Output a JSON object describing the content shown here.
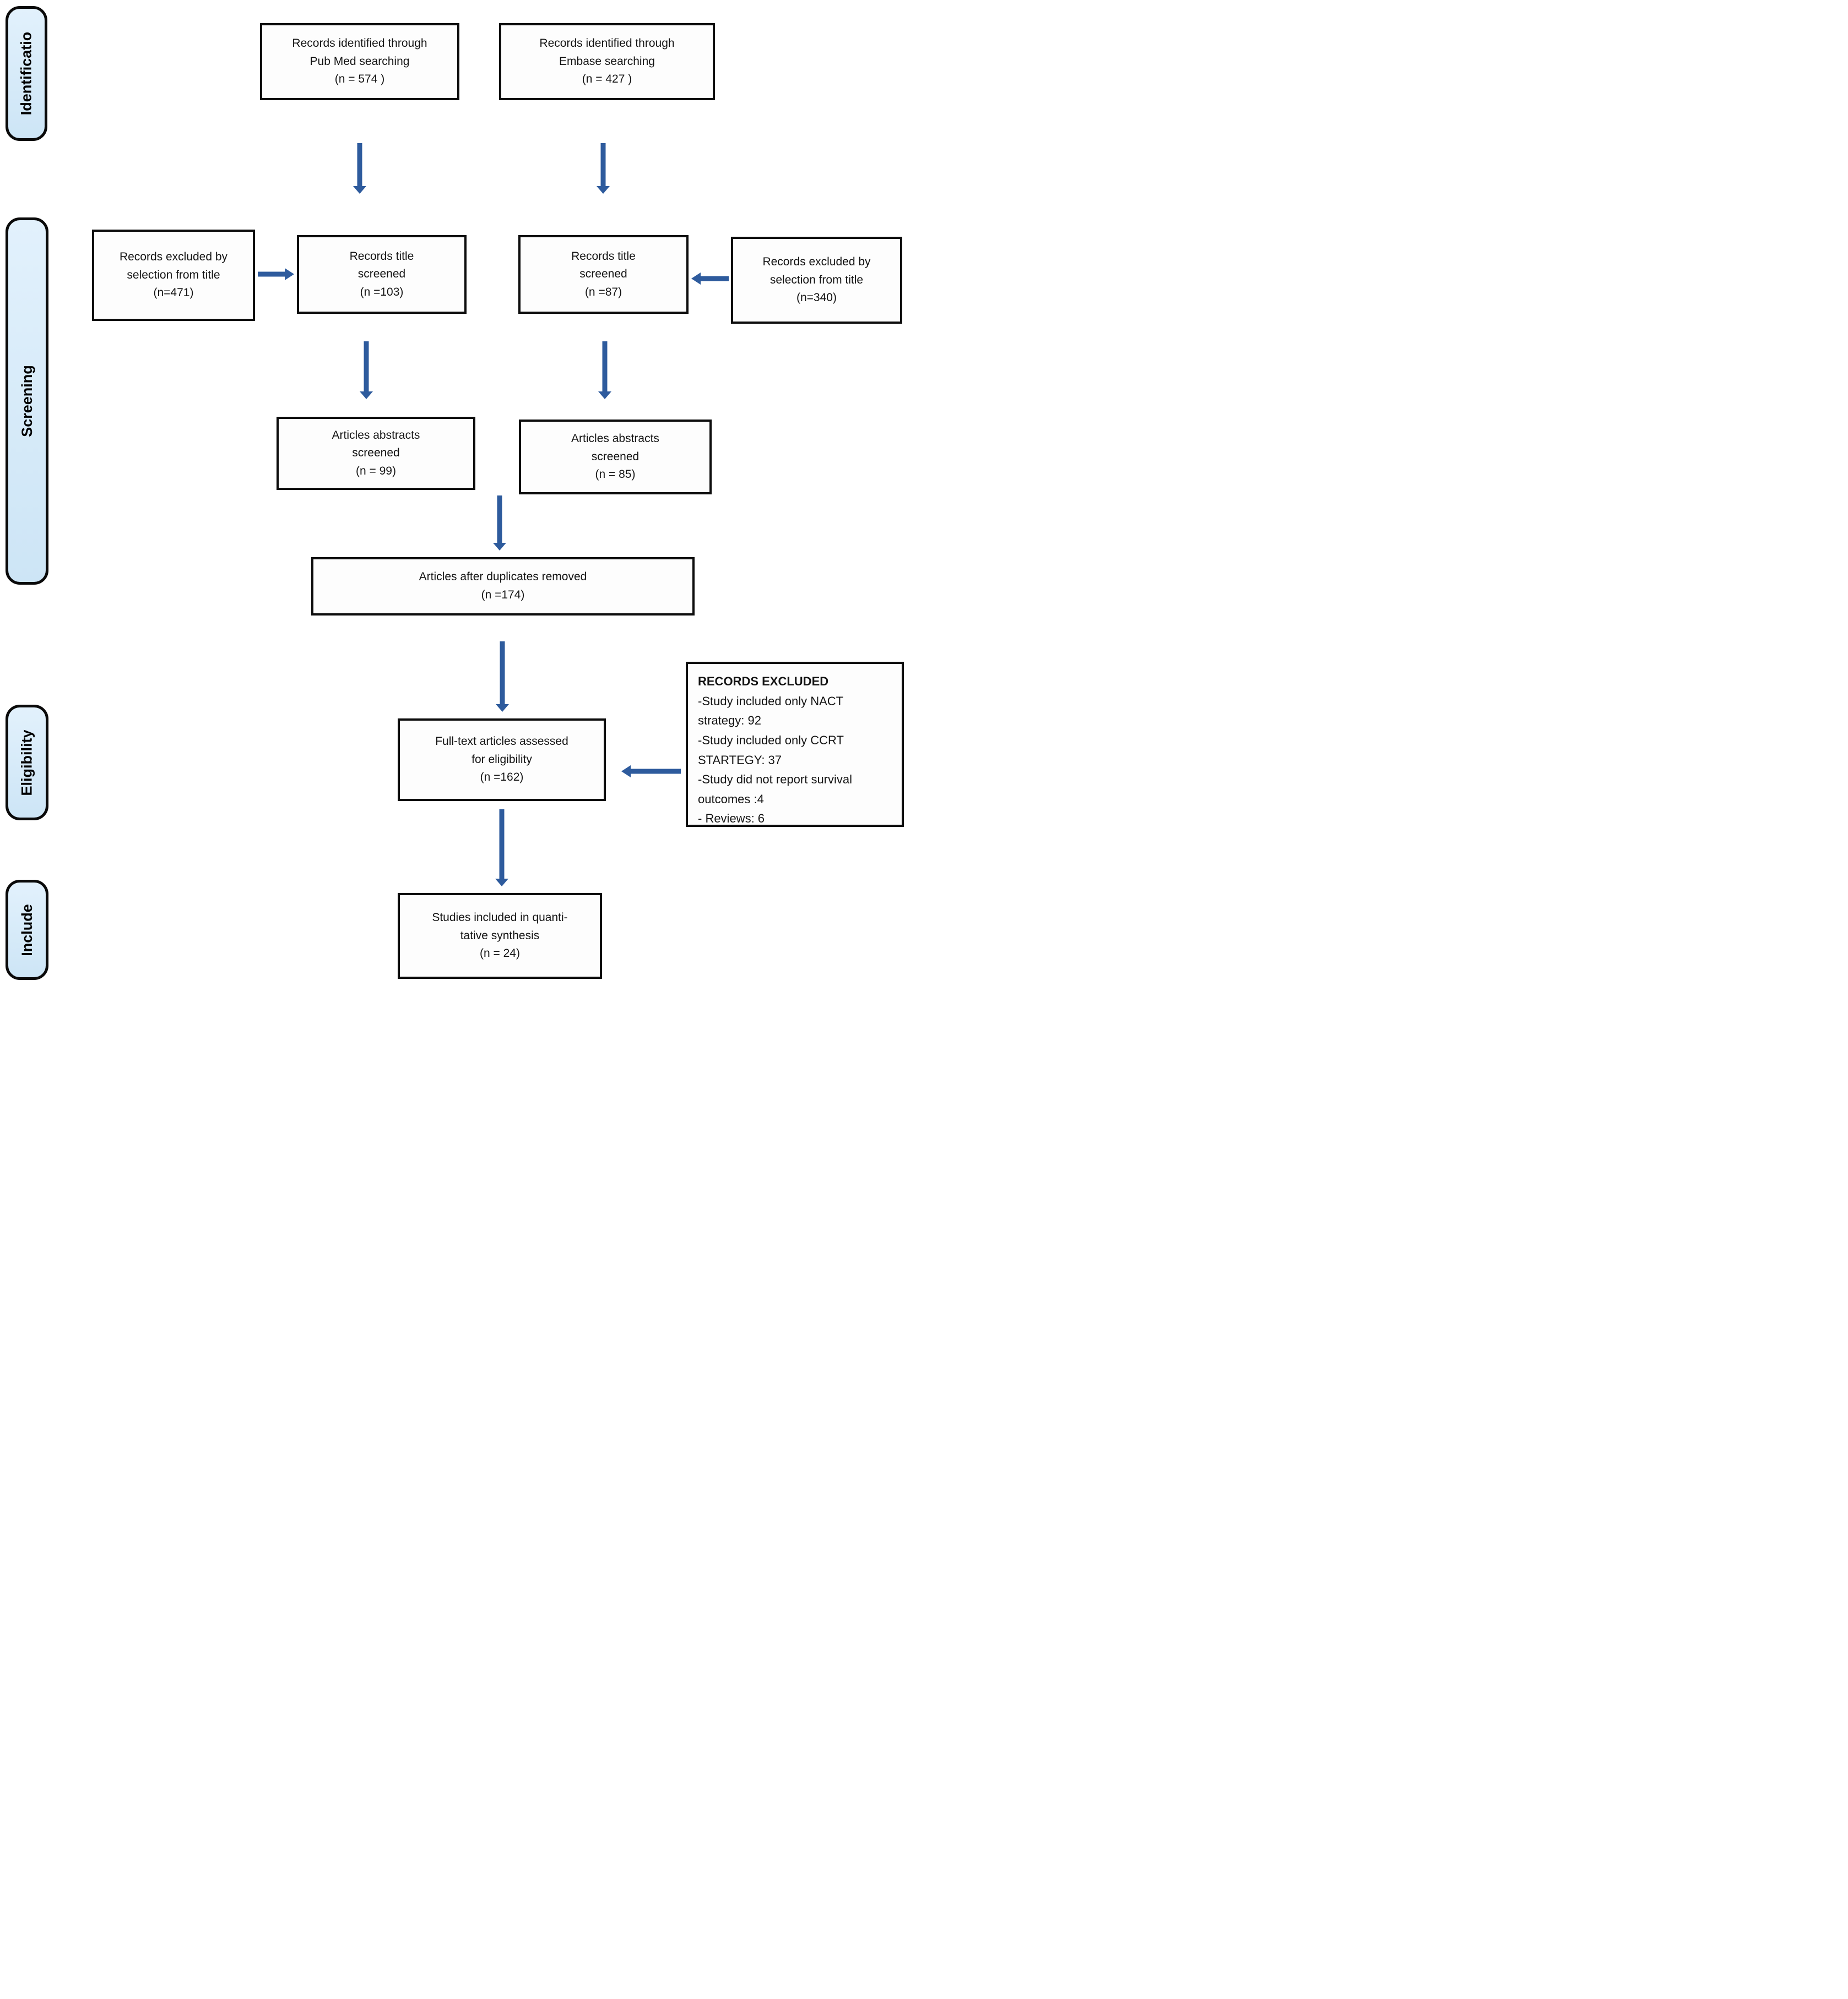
{
  "labels": {
    "identification": "Identificatio",
    "screening": "Screening",
    "eligibility": "Eligibility",
    "include": "Include"
  },
  "boxes": {
    "pubmed": "Records identified through\nPub Med searching\n(n = 574 )",
    "embase": "Records identified through\nEmbase searching\n(n = 427  )",
    "excluded_left": "Records excluded by\nselection from title\n(n=471)",
    "screened_pubmed": "Records title\nscreened\n(n =103)",
    "screened_embase": "Records title\nscreened\n(n =87)",
    "excluded_right": "Records excluded by\nselection from title\n(n=340)",
    "abstracts_pubmed": "Articles abstracts\nscreened\n(n = 99)",
    "abstracts_embase": "Articles abstracts\nscreened\n(n = 85)",
    "duplicates": "Articles after duplicates removed\n(n =174)",
    "fulltext": "Full-text articles assessed\nfor eligibility\n(n =162)",
    "records_excluded": {
      "title": "RECORDS EXCLUDED",
      "items": "-Study included only NACT\nstrategy: 92\n-Study included only CCRT\nSTARTEGY: 37\n-Study did not report survival\noutcomes :4\n- Reviews: 6"
    },
    "included": "Studies included in quanti-\ntative synthesis\n(n = 24)"
  },
  "colors": {
    "label_fill": "#d9ebf9",
    "label_border": "#0a0a0a",
    "box_border": "#0d0d0d",
    "arrow_fill": "#2e5b9d",
    "text_color": "#141414"
  }
}
